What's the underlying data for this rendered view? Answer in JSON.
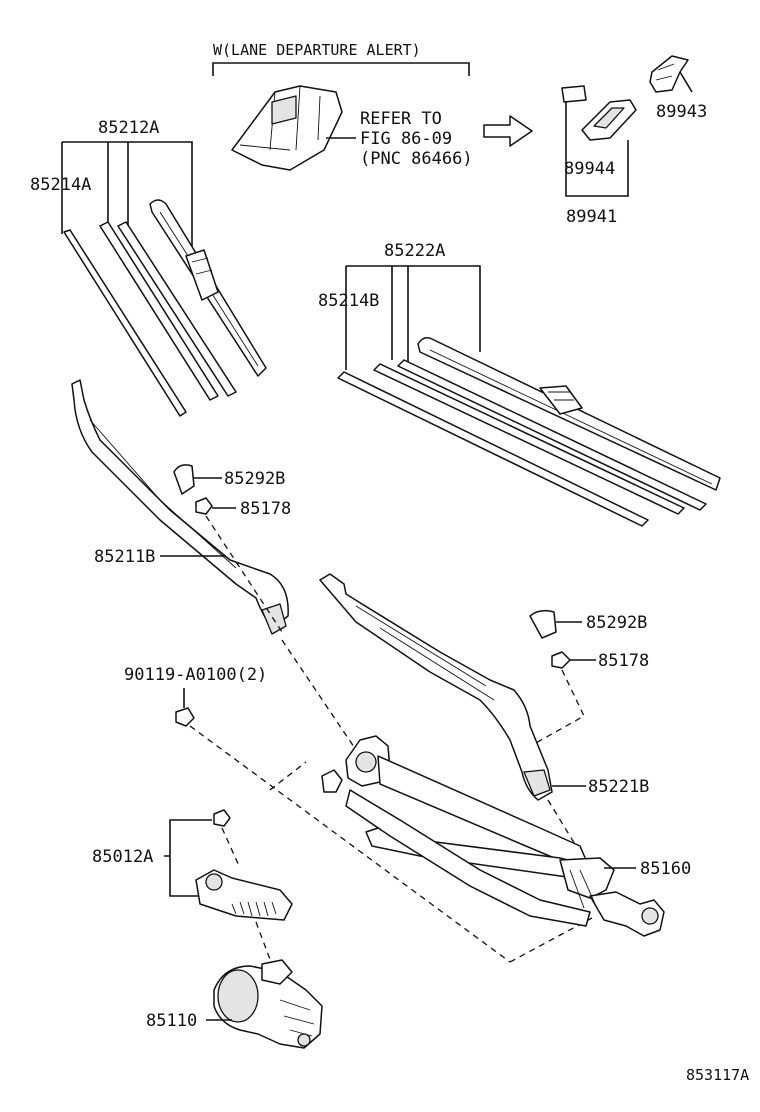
{
  "variant_heading": "W(LANE DEPARTURE ALERT)",
  "refer_note": [
    "REFER TO",
    "FIG 86-09",
    "(PNC 86466)"
  ],
  "part_numbers": {
    "p85212A": "85212A",
    "p85214A": "85214A",
    "p85222A": "85222A",
    "p85214B": "85214B",
    "p89943": "89943",
    "p89944": "89944",
    "p89941": "89941",
    "p85292B_1": "85292B",
    "p85178_1": "85178",
    "p85211B": "85211B",
    "p85292B_2": "85292B",
    "p85178_2": "85178",
    "p90119": "90119-A0100(2)",
    "p85221B": "85221B",
    "p85160": "85160",
    "p85012A": "85012A",
    "p85110": "85110"
  },
  "figure_code": "853117A"
}
